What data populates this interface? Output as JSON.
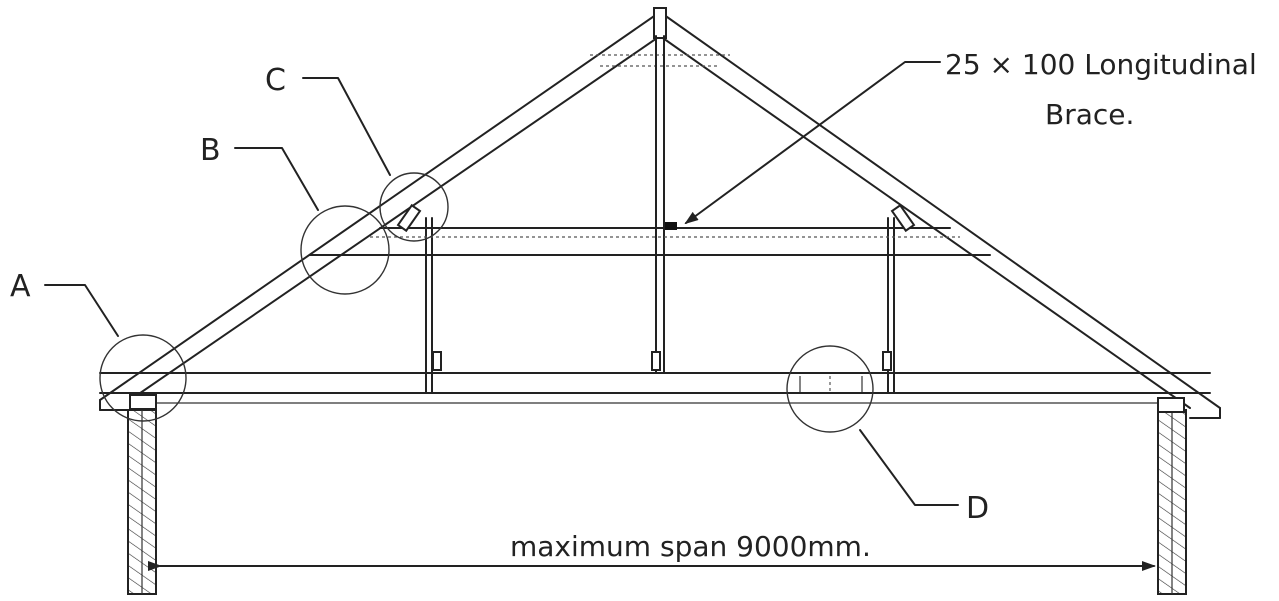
{
  "diagram": {
    "labels": {
      "a": "A",
      "b": "B",
      "c": "C",
      "d": "D"
    },
    "brace_note": {
      "line1": "25 × 100  Longitudinal",
      "line2": "Brace."
    },
    "span_note": "maximum  span  9000mm."
  }
}
